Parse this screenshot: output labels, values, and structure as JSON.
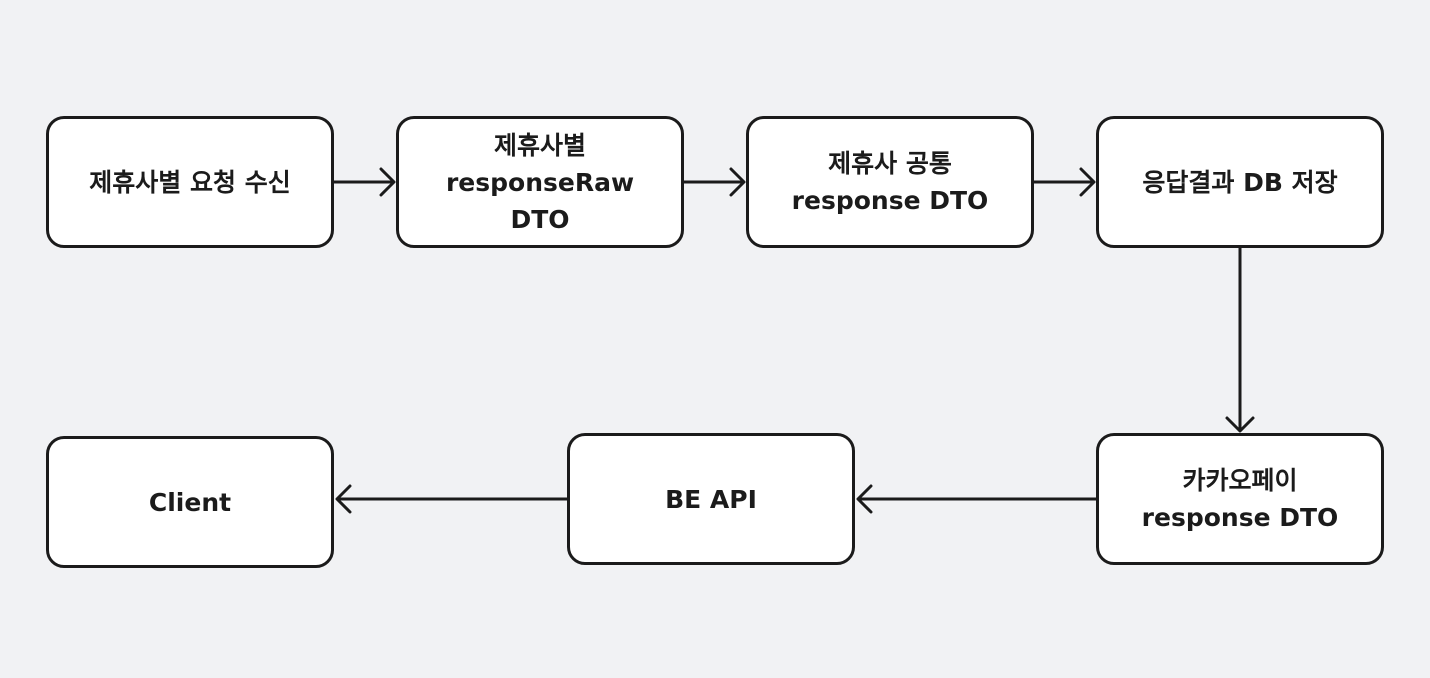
{
  "nodes": {
    "partner_request": "제휴사별 요청 수신",
    "response_raw_dto": "제휴사별\nresponseRaw\nDTO",
    "common_response_dto": "제휴사 공통\nresponse DTO",
    "save_db": "응답결과 DB 저장",
    "kakaopay_response_dto": "카카오페이\nresponse DTO",
    "be_api": "BE API",
    "client": "Client"
  },
  "colors": {
    "background": "#f1f2f4",
    "node_fill": "#ffffff",
    "stroke": "#1b1b1b"
  }
}
